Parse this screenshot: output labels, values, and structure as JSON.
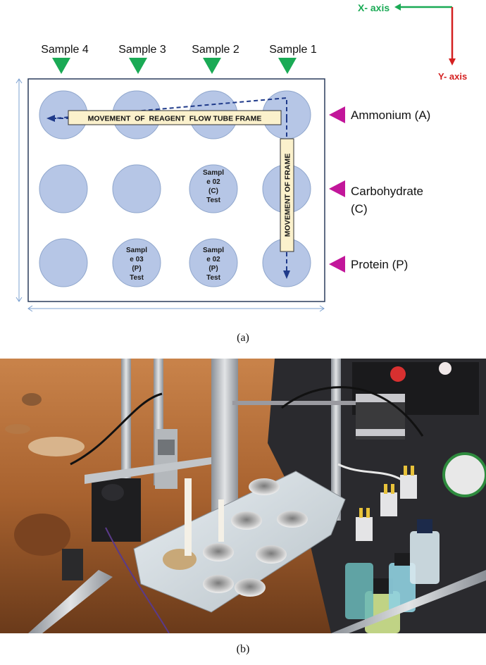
{
  "axes": {
    "x_label": "X- axis",
    "y_label": "Y- axis",
    "x_color": "#1aaa55",
    "y_color": "#d42020"
  },
  "samples": [
    {
      "label": "Sample 4"
    },
    {
      "label": "Sample 3"
    },
    {
      "label": "Sample 2"
    },
    {
      "label": "Sample 1"
    }
  ],
  "tests": [
    {
      "label": "Ammonium (A)"
    },
    {
      "label": "Carbohydrate",
      "label2": "(C)"
    },
    {
      "label": "Protein (P)"
    }
  ],
  "frame_labels": {
    "horizontal": "MOVEMENT  OF  REAGENT  FLOW TUBE FRAME",
    "vertical": "MOVEMENT OF FRAME"
  },
  "well_texts": {
    "c_sample2": [
      "Sampl",
      "e 02",
      "(C)",
      "Test"
    ],
    "p_sample3": [
      "Sampl",
      "e 03",
      "(P)",
      "Test"
    ],
    "p_sample2": [
      "Sampl",
      "e 02",
      "(P)",
      "Test"
    ]
  },
  "captions": {
    "a": "(a)",
    "b": "(b)"
  },
  "colors": {
    "sample_marker": "#1aaa55",
    "test_marker": "#c2169a",
    "well_fill": "#b6c6e6",
    "board_border": "#2a3c5c",
    "path_color": "#1f3a8a",
    "label_box": "#fbf1cc"
  }
}
